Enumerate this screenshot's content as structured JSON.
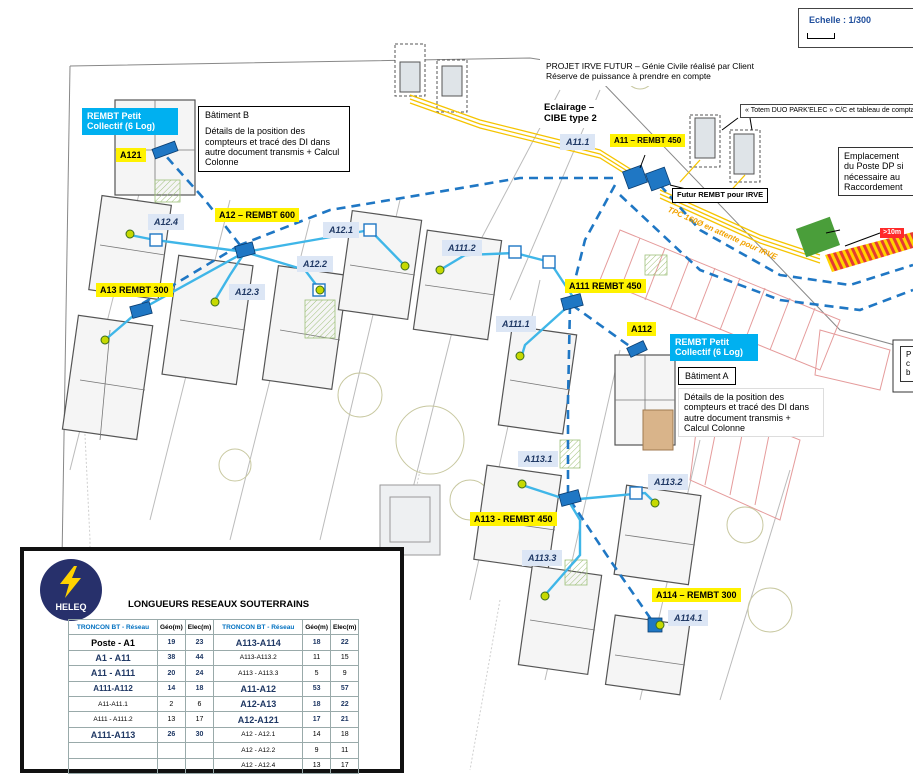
{
  "scale": {
    "label": "Echelle : 1/300"
  },
  "header": {
    "title_line1": "PROJET IRVE FUTUR – Génie Civile réalisé par Client",
    "title_line2": "Réserve de puissance à prendre en compte"
  },
  "notes": {
    "totem": "« Totem DUO PARK'ELEC » C/C et tableau de comptage",
    "eclairage": "Eclairage – CIBE type 2",
    "dp_line1": "Emplacement",
    "dp_line2": "du Poste DP si",
    "dp_line3": "nécessaire au",
    "dp_line4": "Raccordement",
    "distance": ">10m",
    "tpc": "TPC 160Ø en attente pour IRVE",
    "futur": "Futur REMBT pour IRVE",
    "cut_p": "P",
    "cut_c": "c",
    "cut_b": "b"
  },
  "buildings": {
    "b": {
      "title": "Bâtiment B",
      "desc": "Détails de la position des compteurs et tracé des DI dans autre document transmis + Calcul Colonne",
      "collectif": "REMBT Petit Collectif (6 Log)"
    },
    "a": {
      "title": "Bâtiment A",
      "desc": "Détails de la position des compteurs et tracé des DI dans autre document transmis + Calcul Colonne",
      "collectif": "REMBT Petit Collectif (6 Log)"
    }
  },
  "cabinets": {
    "a11": "A11 – REMBT 450",
    "a12": "A12 – REMBT 600",
    "a13": "A13 REMBT 300",
    "a111": "A111 REMBT 450",
    "a113": "A113 - REMBT 450",
    "a114": "A114 – REMBT 300",
    "a121": "A121",
    "a112": "A112"
  },
  "nodes": {
    "a11_1": "A11.1",
    "a12_4": "A12.4",
    "a12_1": "A12.1",
    "a12_2": "A12.2",
    "a12_3": "A12.3",
    "a111_2": "A111.2",
    "a111_1": "A111.1",
    "a113_1": "A113.1",
    "a113_2": "A113.2",
    "a113_3": "A113.3",
    "a114_1": "A114.1"
  },
  "legend": {
    "brand": "HELEQ",
    "title": "LONGUEURS RESEAUX SOUTERRAINS",
    "col_troncon": "TRONCON BT - Réseau",
    "col_geo": "Géo(m)",
    "col_elec": "Elec(m)",
    "left_rows": [
      {
        "name": "Poste - A1",
        "geo": "19",
        "elec": "23"
      },
      {
        "name": "A1 - A11",
        "geo": "38",
        "elec": "44"
      },
      {
        "name": "A11 - A111",
        "geo": "20",
        "elec": "24"
      },
      {
        "name": "A111-A112",
        "geo": "14",
        "elec": "18"
      },
      {
        "name": "A11-A11.1",
        "geo": "2",
        "elec": "6"
      },
      {
        "name": "A111 - A111.2",
        "geo": "13",
        "elec": "17"
      },
      {
        "name": "A111-A113",
        "geo": "26",
        "elec": "30"
      },
      {
        "name": "",
        "geo": "",
        "elec": ""
      },
      {
        "name": "",
        "geo": "",
        "elec": ""
      }
    ],
    "right_rows": [
      {
        "name": "A113-A114",
        "geo": "18",
        "elec": "22"
      },
      {
        "name": "A113-A113.2",
        "geo": "11",
        "elec": "15"
      },
      {
        "name": "A113 - A113.3",
        "geo": "5",
        "elec": "9"
      },
      {
        "name": "A11-A12",
        "geo": "53",
        "elec": "57"
      },
      {
        "name": "A12-A13",
        "geo": "18",
        "elec": "22"
      },
      {
        "name": "A12-A121",
        "geo": "17",
        "elec": "21"
      },
      {
        "name": "A12 - A12.1",
        "geo": "14",
        "elec": "18"
      },
      {
        "name": "A12 - A12.2",
        "geo": "9",
        "elec": "11"
      },
      {
        "name": "A12 - A12.4",
        "geo": "13",
        "elec": "17"
      }
    ]
  },
  "colors": {
    "network": "#1f77c4",
    "cable": "#3fb6e8",
    "label": "#fff200",
    "accent": "#00b0f0",
    "dp": "#4a9e3a"
  }
}
